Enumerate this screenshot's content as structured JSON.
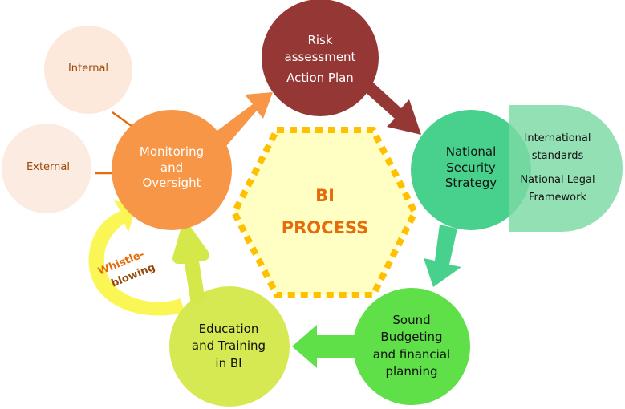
{
  "center": {
    "line1": "BI",
    "line2": "PROCESS"
  },
  "nodes": {
    "internal": "Internal",
    "external": "External",
    "monitoring": [
      "Monitoring",
      "and",
      "Oversight"
    ],
    "risk": [
      "Risk",
      "assessment",
      "Action Plan"
    ],
    "national_security": [
      "National",
      "Security",
      "Strategy"
    ],
    "frameworks": [
      "International",
      "standards",
      "National Legal",
      "Framework"
    ],
    "budgeting": [
      "Sound",
      "Budgeting",
      "and financial",
      "planning"
    ],
    "education": [
      "Education",
      "and Training",
      "in BI"
    ]
  },
  "whistleblowing": [
    "Whistle-",
    "blowing"
  ],
  "colors": {
    "monitoring": "#f79646",
    "risk": "#953735",
    "nss": "#47d18c",
    "budget": "#5fdf48",
    "education": "#d4e84a",
    "hex_border": "#ffc000"
  }
}
